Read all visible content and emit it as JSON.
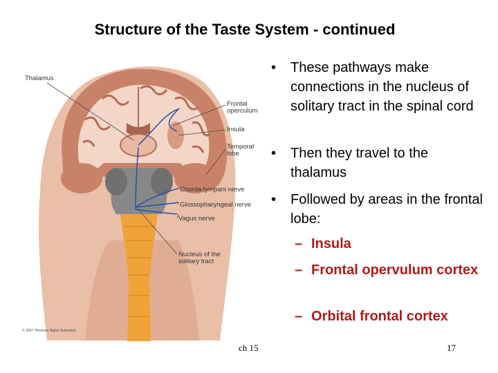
{
  "slide": {
    "title": "Structure of the Taste System - continued",
    "bullets": [
      "These pathways make connections in the nucleus of solitary tract in the spinal cord",
      "Then they travel to the thalamus",
      "Followed by areas in the frontal lobe:"
    ],
    "sub_bullets": [
      "Insula",
      "Frontal opervulum cortex",
      "Orbital frontal cortex"
    ],
    "footer_left": "ch 15",
    "page_number": "17"
  },
  "figure": {
    "labels": {
      "thalamus": "Thalamus",
      "frontal_operculum": "Frontal operculum",
      "insula": "Insula",
      "temporal_lobe": "Temporal lobe",
      "chorda_tympani": "Chorda tympani nerve",
      "glossopharyngeal": "Glossopharyngeal nerve",
      "vagus": "Vagus nerve",
      "nucleus_solitary": "Nucleus of the solitary tract"
    },
    "copyright": "© 2007 Thomson Higher Education",
    "colors": {
      "skin": "#e9bfa8",
      "cortex": "#c9826a",
      "white_matter": "#f3d6c7",
      "brainstem": "#888888",
      "spinal_cord": "#f1a33a",
      "nerve": "#2b4fa8",
      "title_text": "#000000",
      "sub_bullet": "#b11a1a"
    }
  }
}
